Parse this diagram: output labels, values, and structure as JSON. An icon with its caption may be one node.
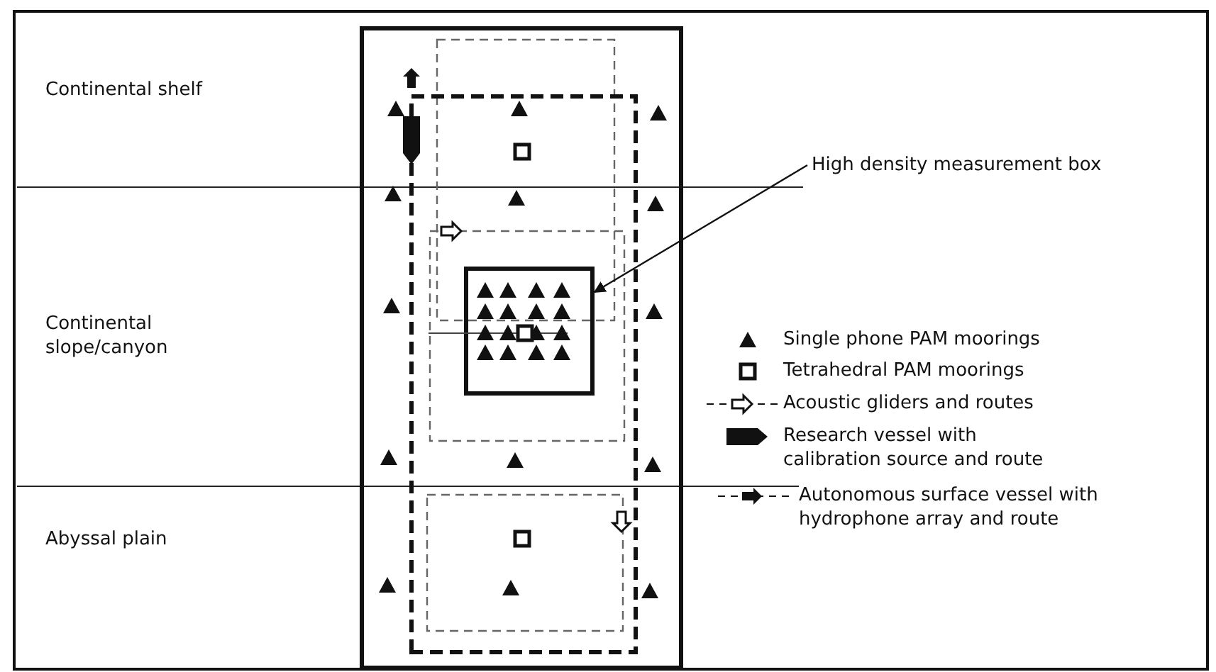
{
  "diagram": {
    "nodes": [
      {
        "text": [
          "High density measurement box"
        ]
      },
      {
        "text": [],
        "shape": "box"
      }
    ],
    "edges": [
      {
        "from": 0,
        "to": 1,
        "arrow": "to"
      }
    ],
    "labels": [
      "Continental shelf",
      "Continental slope/canyon",
      "Abyssal plain"
    ],
    "legend": [
      {
        "text": "Single phone PAM moorings"
      },
      {
        "text": "Tetrahedral PAM moorings"
      },
      {
        "text": "Acoustic gliders and routes"
      },
      {
        "text": "Research vessel with calibration source and route"
      },
      {
        "text": "Autonomous surface vessel with hydrophone array and route"
      }
    ]
  }
}
